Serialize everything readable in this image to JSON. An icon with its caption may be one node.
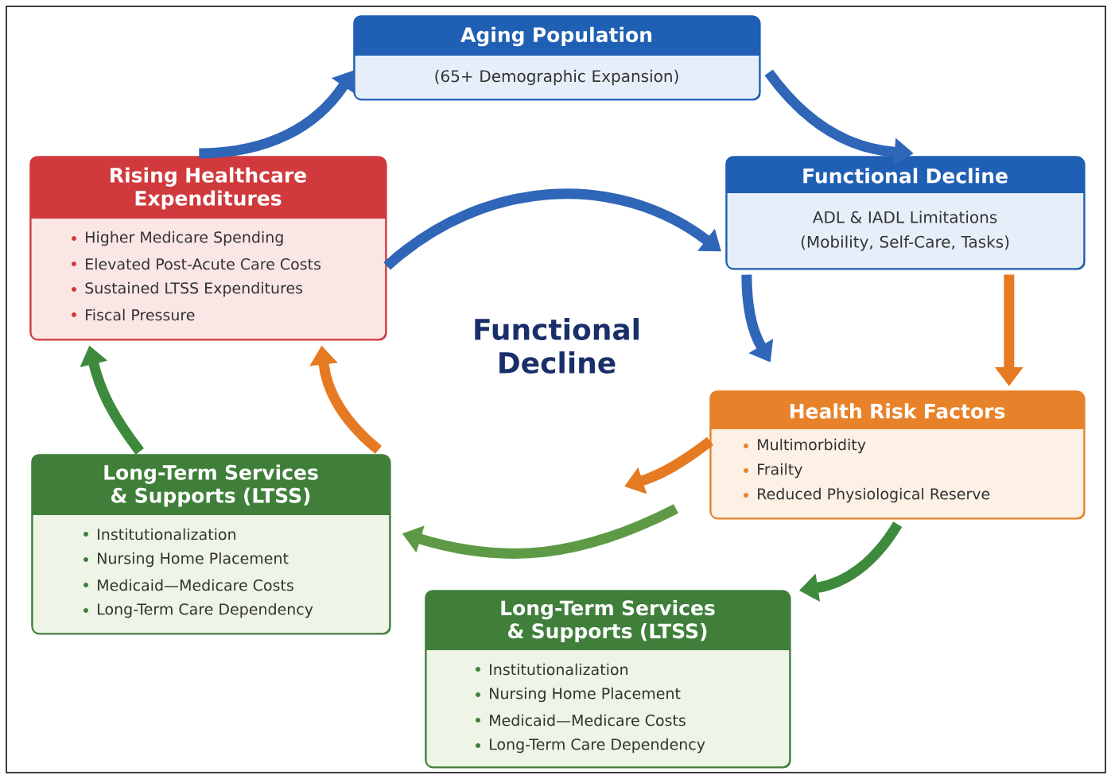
{
  "diagram": {
    "nodes": [
      {
        "text": [
          "Aging Population",
          "(65+ Demographic Expansion)"
        ]
      },
      {
        "text": [
          "Functional Decline",
          "ADL & IADL Limitations (Mobility, Self-Care, Tasks)"
        ]
      },
      {
        "text": [
          "Health Risk Factors",
          "Multimorbidity",
          "Frailty",
          "Reduced Physiological Reserve"
        ]
      },
      {
        "text": [
          "Long-Term Services & Supports (LTSS)",
          "Institutionalization",
          "Nursing Home Placement",
          "Medicaid—Medicare Costs",
          "Long-Term Care Dependency"
        ]
      },
      {
        "text": [
          "Long-Term Services & Supports (LTSS)",
          "Institutionalization",
          "Nursing Home Placement",
          "Medicaid—Medicare Costs",
          "Long-Term Care Dependency"
        ]
      },
      {
        "text": [
          "Rising Healthcare Expenditures",
          "Higher Medicare Spending",
          "Elevated Post-Acute Care Costs",
          "Sustained LTSS Expenditures",
          "Fiscal Pressure"
        ]
      }
    ],
    "edges": [
      {
        "from": 5,
        "to": 0,
        "arrow": "to",
        "color": "#2f66b8"
      },
      {
        "from": 0,
        "to": 1,
        "arrow": "to",
        "color": "#2f66b8"
      },
      {
        "from": 1,
        "to": 2,
        "arrow": "to",
        "color": "#e67a22"
      },
      {
        "from": 2,
        "to": 3,
        "arrow": "to",
        "color": "#3d8a3d"
      },
      {
        "from": 4,
        "to": 5,
        "arrow": "to",
        "color": "#3d8a3d"
      },
      {
        "from": 5,
        "to": 1,
        "arrow": "to",
        "color": "#2f66b8"
      },
      {
        "from": 1,
        "to": 2,
        "arrow": "to",
        "color": "#2f66b8"
      },
      {
        "from": 2,
        "to": null,
        "arrow": "to",
        "color": "#e67a22"
      },
      {
        "from": null,
        "to": 4,
        "arrow": "to",
        "color": "#5e9a45"
      },
      {
        "from": 4,
        "to": 5,
        "arrow": "to",
        "color": "#e67a22"
      }
    ],
    "labels": [
      "Functional Decline"
    ]
  }
}
